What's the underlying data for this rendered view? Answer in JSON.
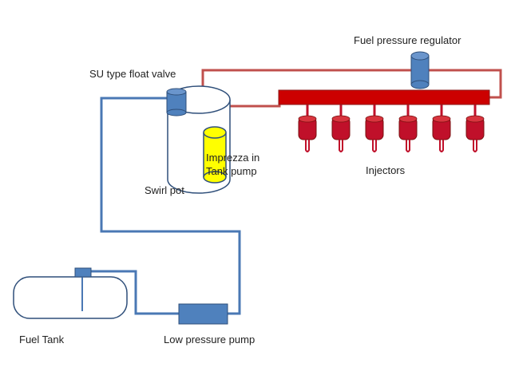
{
  "labels": {
    "fuel_pressure_regulator": "Fuel pressure regulator",
    "su_float_valve": "SU type float valve",
    "in_tank_pump_line1": "Imprezza in",
    "in_tank_pump_line2": "Tank pump",
    "swirl_pot": "Swirl pot",
    "injectors": "Injectors",
    "fuel_tank": "Fuel Tank",
    "low_pressure_pump": "Low pressure pump"
  },
  "colors": {
    "blue_line": "#4a78b4",
    "blue_fill": "#4f81bd",
    "red_line": "#c0504d",
    "red_fill": "#cc0000",
    "injector_fill": "#c0102a",
    "yellow_fill": "#ffff00",
    "outline": "#2f4f7a"
  },
  "injector_count": 6
}
